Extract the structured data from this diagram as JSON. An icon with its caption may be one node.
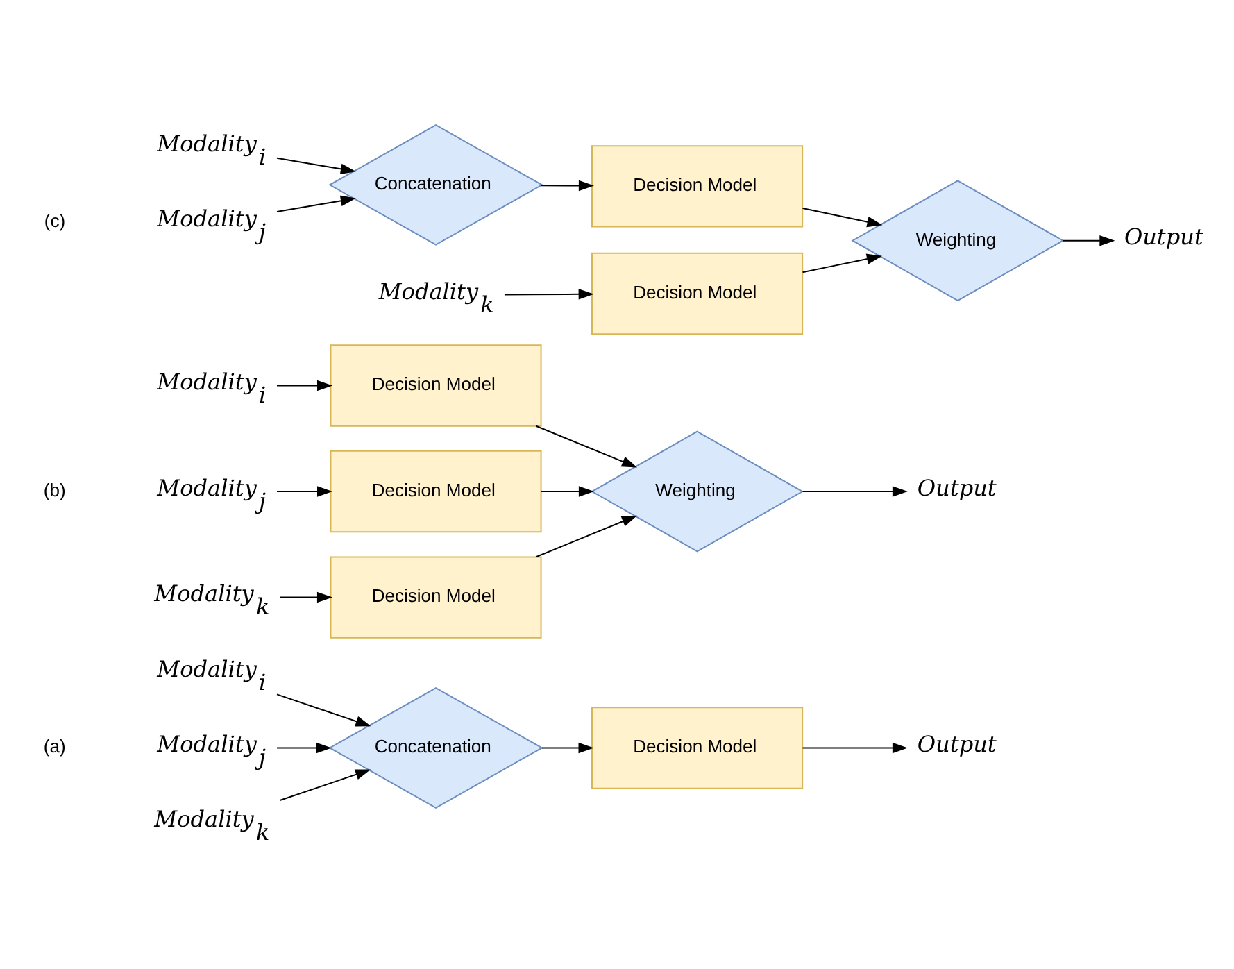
{
  "diagram": {
    "nodes": [
      {
        "text": [
          "Modality$_{i}$"
        ]
      },
      {
        "text": [
          "Modality$_{j}$"
        ]
      },
      {
        "text": [
          "Modality$_{k}$"
        ]
      },
      {
        "text": [
          "Concatenation"
        ]
      },
      {
        "text": [
          "Decision Model"
        ]
      },
      {
        "text": [
          "Output"
        ]
      },
      {
        "text": [
          "Modality$_{i}$"
        ]
      },
      {
        "text": [
          "Modality$_{j}$"
        ]
      },
      {
        "text": [
          "Modality$_{k}$"
        ]
      },
      {
        "text": [
          "Decision Model"
        ]
      },
      {
        "text": [
          "Decision Model"
        ]
      },
      {
        "text": [
          "Decision Model"
        ]
      },
      {
        "text": [
          "Weighting"
        ]
      },
      {
        "text": [
          "Output"
        ]
      },
      {
        "text": [
          "Modality$_{i}$"
        ]
      },
      {
        "text": [
          "Modality$_{j}$"
        ]
      },
      {
        "text": [
          "Concatenation"
        ]
      },
      {
        "text": [
          "Decision Model"
        ]
      },
      {
        "text": [
          "Weighting"
        ]
      },
      {
        "text": [
          "Output"
        ]
      },
      {
        "text": [
          "Modality$_{k}$"
        ]
      },
      {
        "text": [
          "Decision Model"
        ]
      }
    ],
    "edges": [
      {
        "from": 0,
        "to": 3,
        "arrow": "to"
      },
      {
        "from": 1,
        "to": 3,
        "arrow": "to"
      },
      {
        "from": 2,
        "to": 3,
        "arrow": "to"
      },
      {
        "from": 3,
        "to": 4,
        "arrow": "to"
      },
      {
        "from": 4,
        "to": 5,
        "arrow": "to"
      },
      {
        "from": 6,
        "to": 9,
        "arrow": "to"
      },
      {
        "from": 7,
        "to": 10,
        "arrow": "to"
      },
      {
        "from": 8,
        "to": 11,
        "arrow": "to"
      },
      {
        "from": 9,
        "to": 12,
        "arrow": "to"
      },
      {
        "from": 10,
        "to": 12,
        "arrow": "to"
      },
      {
        "from": 11,
        "to": 12,
        "arrow": "to"
      },
      {
        "from": 12,
        "to": 13,
        "arrow": "to"
      },
      {
        "from": 14,
        "to": 16,
        "arrow": "to"
      },
      {
        "from": 15,
        "to": 16,
        "arrow": "to"
      },
      {
        "from": 16,
        "to": 17,
        "arrow": "to"
      },
      {
        "from": 17,
        "to": 18,
        "arrow": "to"
      },
      {
        "from": 20,
        "to": 21,
        "arrow": "to"
      },
      {
        "from": 21,
        "to": 18,
        "arrow": "to"
      },
      {
        "from": 18,
        "to": 19,
        "arrow": "to"
      }
    ],
    "labels": [
      "(a)",
      "(b)",
      "(c)"
    ]
  }
}
